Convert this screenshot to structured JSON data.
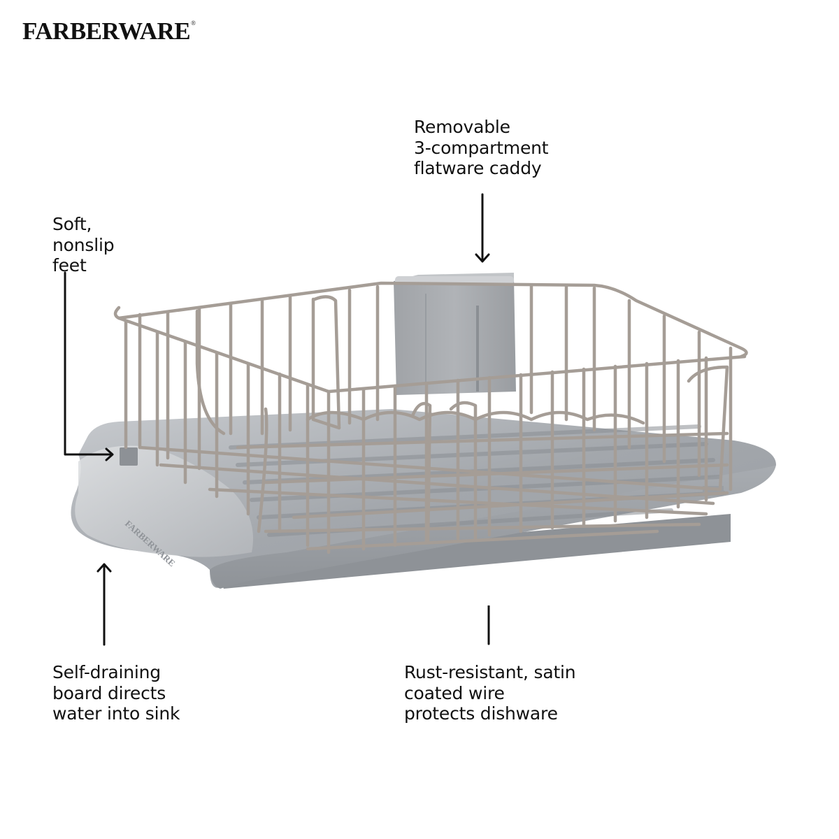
{
  "brand": {
    "logo_text": "FARBERWARE",
    "trademark": "®"
  },
  "callouts": {
    "caddy": {
      "lines": [
        "Removable",
        "3-compartment",
        "flatware caddy"
      ],
      "arrow": "down-arrow"
    },
    "feet": {
      "lines": [
        "Soft,",
        "nonslip",
        "feet"
      ],
      "arrow": "elbow-right-arrow"
    },
    "drain": {
      "lines": [
        "Self-draining",
        "board directs",
        "water into sink"
      ],
      "arrow": "up-arrow"
    },
    "wire": {
      "lines": [
        "Rust-resistant, satin",
        "coated wire",
        "protects dishware"
      ],
      "arrow": "up-arrow"
    }
  },
  "product": {
    "name": "dish-rack",
    "tray_color": "#9fa3a8",
    "tray_highlight": "#c9ccd0",
    "wire_color": "#a59d96",
    "caddy_color": "#a7aaae",
    "tray_embossed_text": "FARBERWARE"
  }
}
